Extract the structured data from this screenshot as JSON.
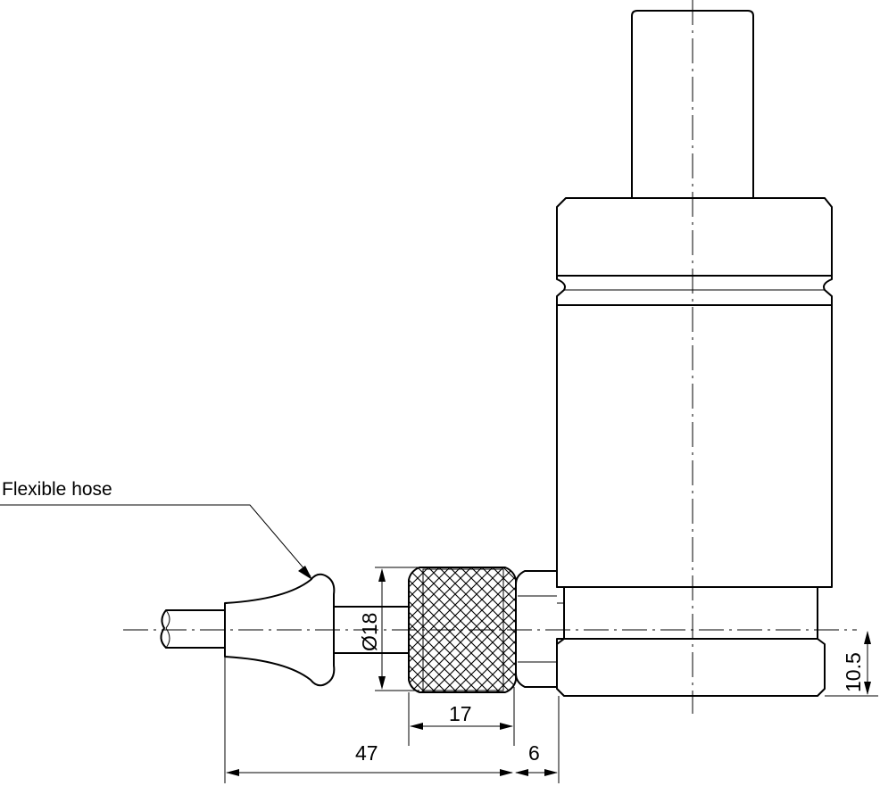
{
  "annotations": {
    "hose_label": "Flexible hose"
  },
  "dimensions": {
    "knob_diameter": "Ø18",
    "knob_width": "17",
    "overall_length": "47",
    "nut_width": "6",
    "axis_height": "10.5"
  }
}
